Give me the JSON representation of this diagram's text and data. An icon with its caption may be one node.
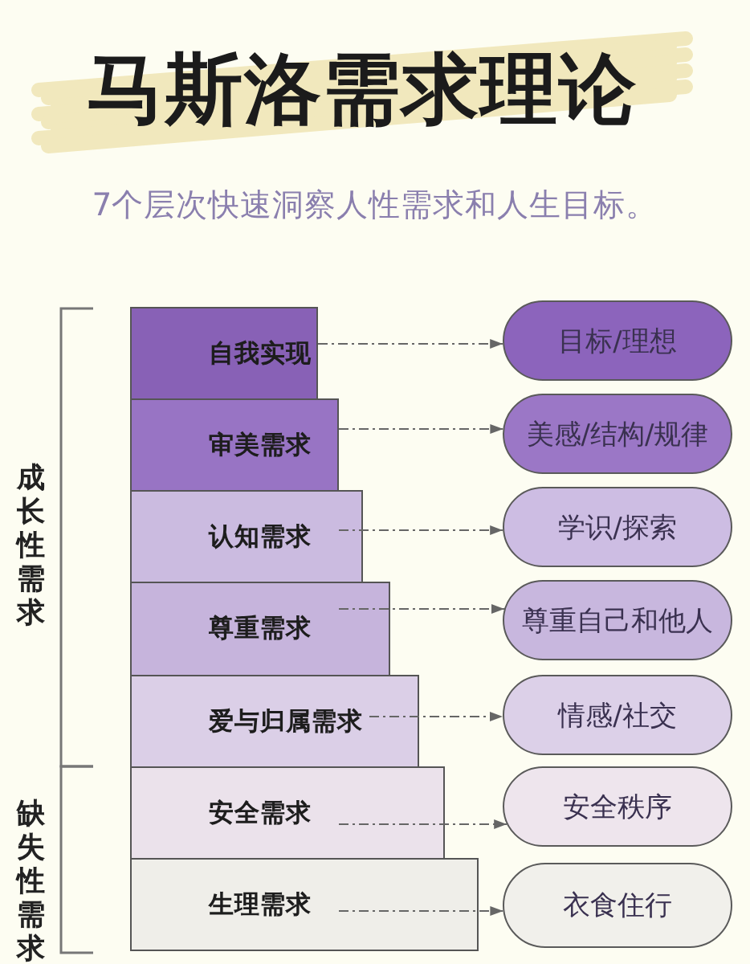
{
  "diagram": {
    "title": "马斯洛需求理论",
    "nodes": [
      {
        "text": [
          "自我实现"
        ]
      },
      {
        "text": [
          "审美需求"
        ]
      },
      {
        "text": [
          "认知需求"
        ]
      },
      {
        "text": [
          "尊重需求"
        ]
      },
      {
        "text": [
          "爱与归属需求"
        ]
      },
      {
        "text": [
          "安全需求"
        ]
      },
      {
        "text": [
          "生理需求"
        ]
      },
      {
        "text": [
          "目标/理想"
        ]
      },
      {
        "text": [
          "美感/结构/规律"
        ]
      },
      {
        "text": [
          "学识/探索"
        ]
      },
      {
        "text": [
          "尊重自己和他人"
        ]
      },
      {
        "text": [
          "情感/社交"
        ]
      },
      {
        "text": [
          "安全秩序"
        ]
      },
      {
        "text": [
          "衣食住行"
        ]
      }
    ],
    "edges": [
      {
        "from": 0,
        "to": 7,
        "arrow": "to",
        "style": "dashed"
      },
      {
        "from": 1,
        "to": 8,
        "arrow": "to",
        "style": "dashed"
      },
      {
        "from": 2,
        "to": 9,
        "arrow": "to",
        "style": "dashed"
      },
      {
        "from": 3,
        "to": 10,
        "arrow": "to",
        "style": "dashed"
      },
      {
        "from": 4,
        "to": 11,
        "arrow": "to",
        "style": "dashed"
      },
      {
        "from": 5,
        "to": 12,
        "arrow": "to",
        "style": "dashed"
      },
      {
        "from": 6,
        "to": 13,
        "arrow": "to",
        "style": "dashed"
      }
    ],
    "labels": [
      "7个层次快速洞察人性需求和人生目标。",
      "成长性需求",
      "缺失性需求"
    ]
  }
}
